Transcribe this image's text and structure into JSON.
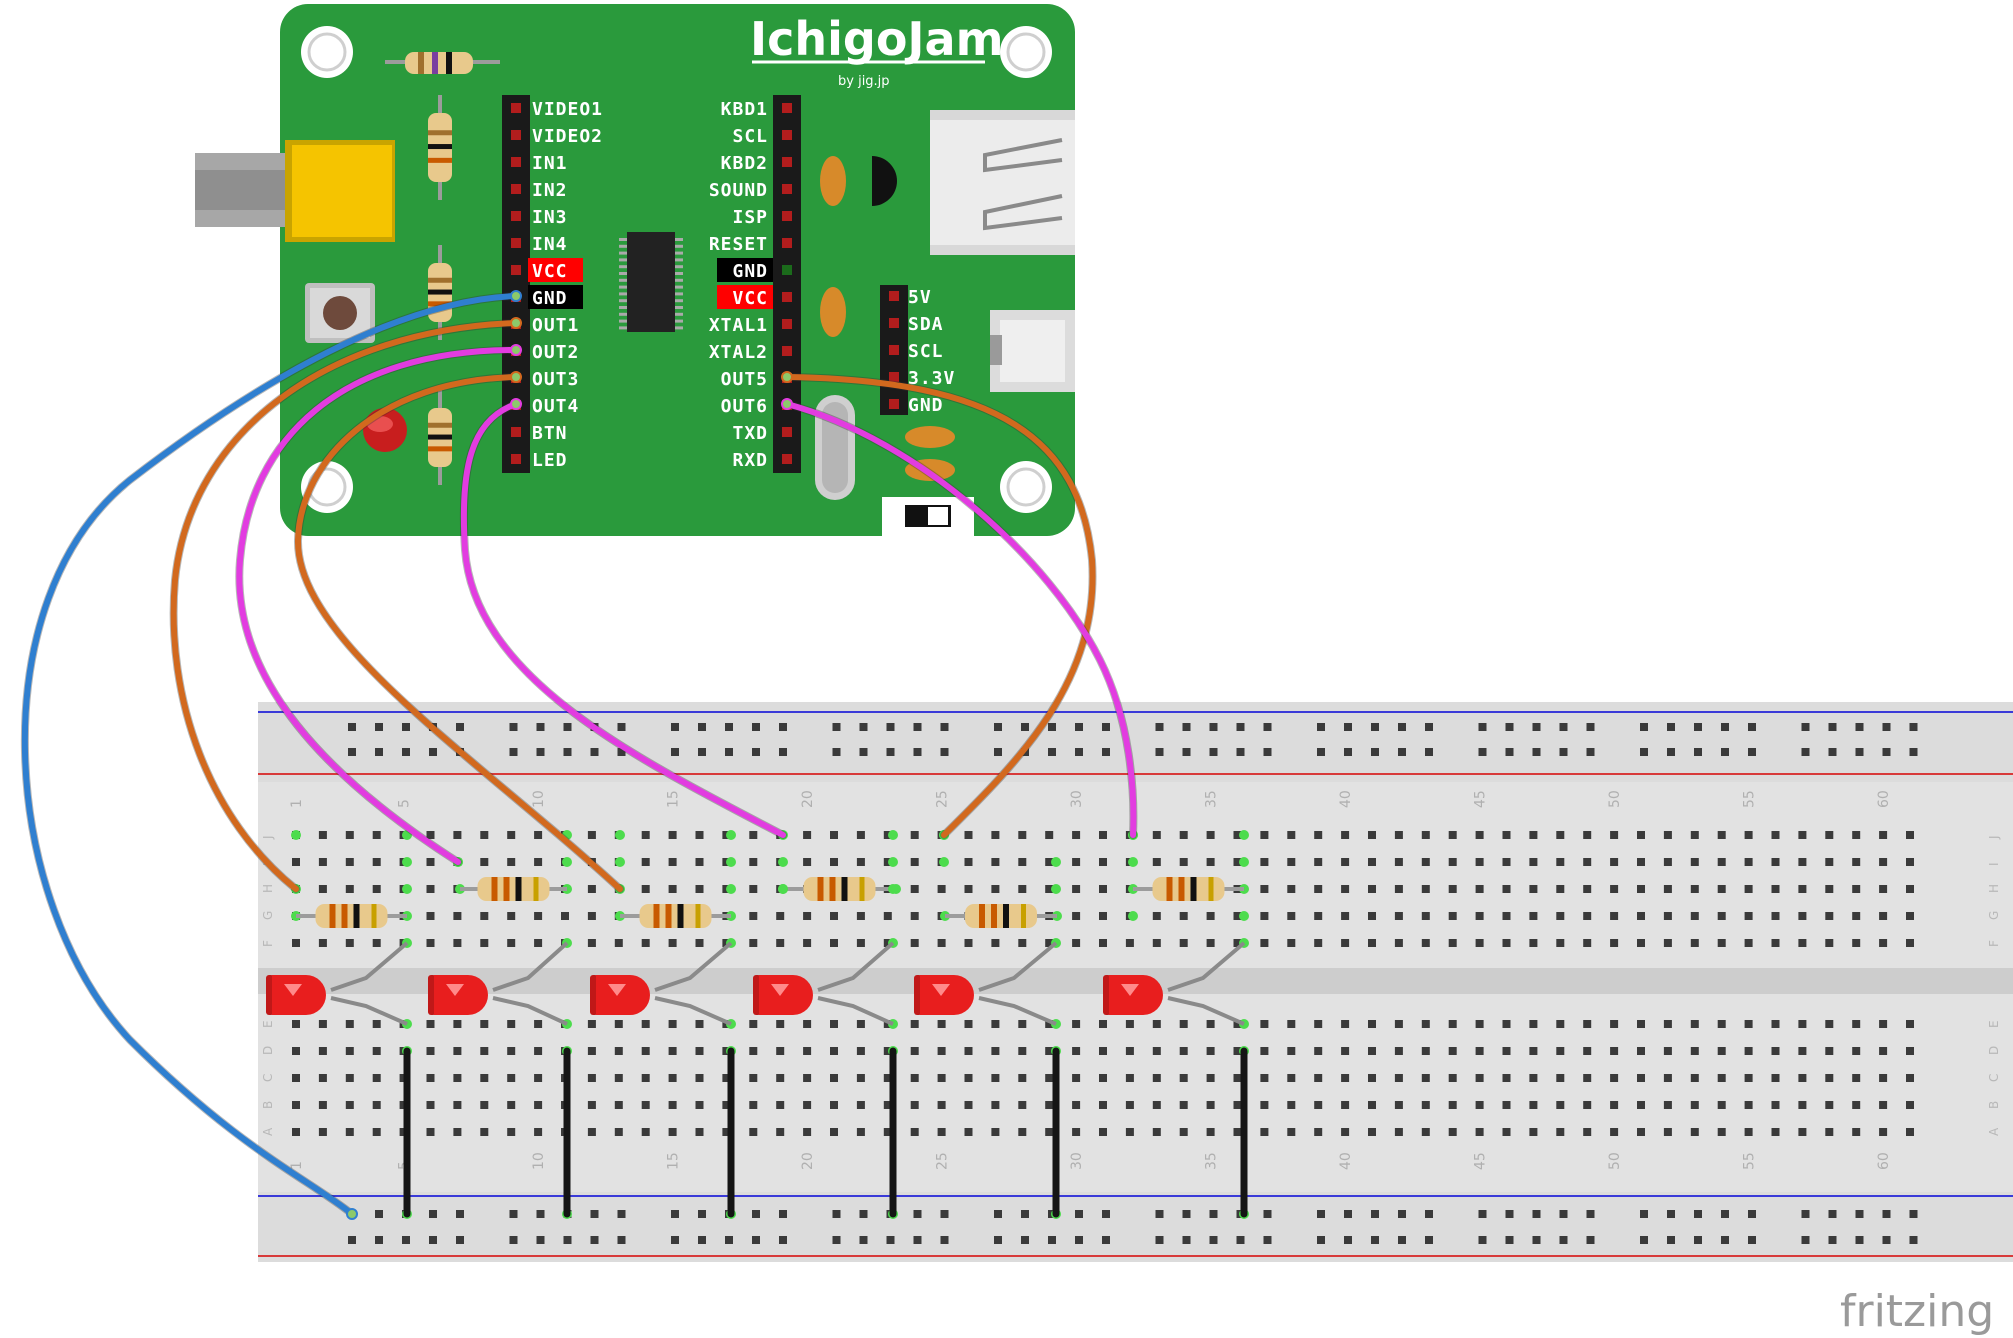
{
  "board": {
    "brand": "IchigoJam",
    "by": "by jig.jp",
    "left_pins": [
      "VIDEO1",
      "VIDEO2",
      "IN1",
      "IN2",
      "IN3",
      "IN4",
      "VCC",
      "GND",
      "OUT1",
      "OUT2",
      "OUT3",
      "OUT4",
      "BTN",
      "LED"
    ],
    "right_pins": [
      "KBD1",
      "SCL",
      "KBD2",
      "SOUND",
      "ISP",
      "RESET",
      "GND",
      "VCC",
      "XTAL1",
      "XTAL2",
      "OUT5",
      "OUT6",
      "TXD",
      "RXD"
    ],
    "side_pins": [
      "5V",
      "SDA",
      "SCL",
      "3.3V",
      "GND"
    ]
  },
  "breadboard": {
    "column_numbers": [
      "1",
      "5",
      "10",
      "15",
      "20",
      "25",
      "30",
      "35",
      "40",
      "45",
      "50",
      "55",
      "60"
    ],
    "rows_top": [
      "J",
      "I",
      "H",
      "G",
      "F"
    ],
    "rows_bottom": [
      "E",
      "D",
      "C",
      "B",
      "A"
    ]
  },
  "watermark": "fritzing",
  "colors": {
    "board": "#2a9a3c",
    "wire_blue": "#2f7fd0",
    "wire_orange": "#d2691e",
    "wire_magenta": "#e23ce0",
    "wire_black": "#151515",
    "led_red": "#e81e1e",
    "pin_red": "#ff0000",
    "pin_black": "#000000"
  }
}
